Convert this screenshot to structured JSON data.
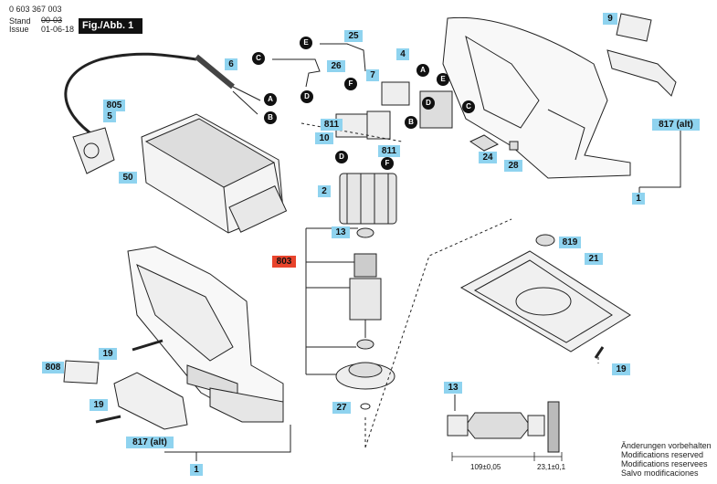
{
  "header": {
    "part_number": "0 603 367 003",
    "stand_label": "Stand",
    "issue_label": "Issue",
    "old_date": "00-03",
    "new_date": "01-06-18",
    "figure": "Fig./Abb. 1"
  },
  "labels": {
    "l9": "9",
    "l25": "25",
    "l6": "6",
    "l4": "4",
    "l26": "26",
    "l7": "7",
    "l805": "805",
    "l5": "5",
    "l811a": "811",
    "l10": "10",
    "l811b": "811",
    "l817a": "817 (alt)",
    "l24": "24",
    "l28": "28",
    "l50": "50",
    "l2": "2",
    "l1a": "1",
    "l13a": "13",
    "l819": "819",
    "l21": "21",
    "l803": "803",
    "l19a": "19",
    "l808": "808",
    "l19b": "19",
    "l19c": "19",
    "l27": "27",
    "l817b": "817 (alt)",
    "l1b": "1",
    "l13b": "13"
  },
  "connectors": {
    "a": "A",
    "b": "B",
    "c": "C",
    "d": "D",
    "e": "E",
    "f": "F"
  },
  "dimensions": {
    "d1": "109±0,05",
    "d2": "23,1±0,1"
  },
  "notes": [
    "Änderungen vorbehalten",
    "Modifications reserved",
    "Modifications reservees",
    "Salvo modificaciones"
  ],
  "colors": {
    "label_bg": "#8fd3ef",
    "highlight_bg": "#e8442c"
  }
}
